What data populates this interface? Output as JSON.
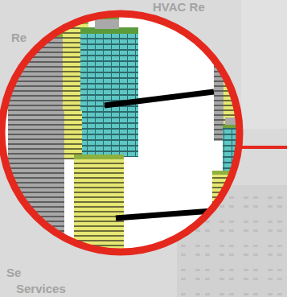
{
  "diagram": {
    "labels": [
      "HVAC Re",
      "Re",
      "Se",
      "Services"
    ]
  }
}
